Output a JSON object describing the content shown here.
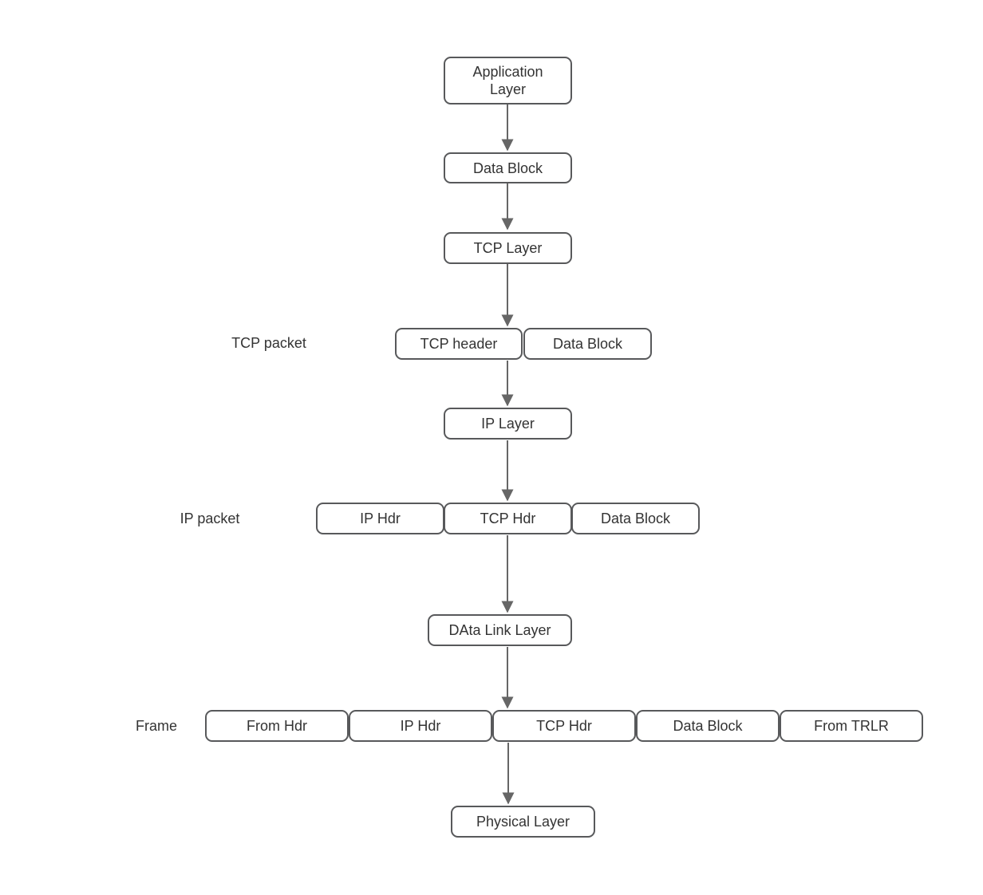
{
  "diagram": {
    "nodes": {
      "application_layer": "Application\nLayer",
      "data_block_top": "Data Block",
      "tcp_layer": "TCP Layer",
      "tcp_header": "TCP header",
      "tcp_packet_data_block": "Data Block",
      "ip_layer": "IP Layer",
      "ip_packet_ip_hdr": "IP Hdr",
      "ip_packet_tcp_hdr": "TCP Hdr",
      "ip_packet_data_block": "Data Block",
      "data_link_layer": "DAta Link Layer",
      "frame_from_hdr": "From Hdr",
      "frame_ip_hdr": "IP Hdr",
      "frame_tcp_hdr": "TCP Hdr",
      "frame_data_block": "Data Block",
      "frame_from_trlr": "From TRLR",
      "physical_layer": "Physical Layer"
    },
    "row_labels": {
      "tcp_packet": "TCP packet",
      "ip_packet": "IP packet",
      "frame": "Frame"
    },
    "colors": {
      "node_border": "#58595b",
      "node_fill": "#ffffff",
      "text": "#333333",
      "arrow": "#666666",
      "background": "#ffffff"
    }
  }
}
